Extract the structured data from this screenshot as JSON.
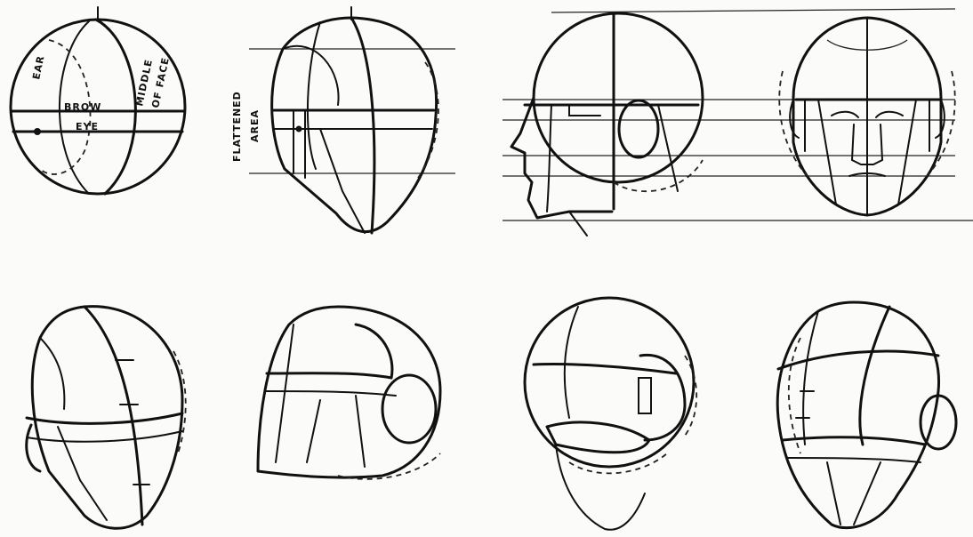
{
  "labels": {
    "ear": "EAR",
    "brow": "BROW",
    "eye": "EYE",
    "middle_of_face_1": "MIDDLE",
    "middle_of_face_2": "OF FACE",
    "flattened": "FLATTENED",
    "area": "AREA"
  }
}
